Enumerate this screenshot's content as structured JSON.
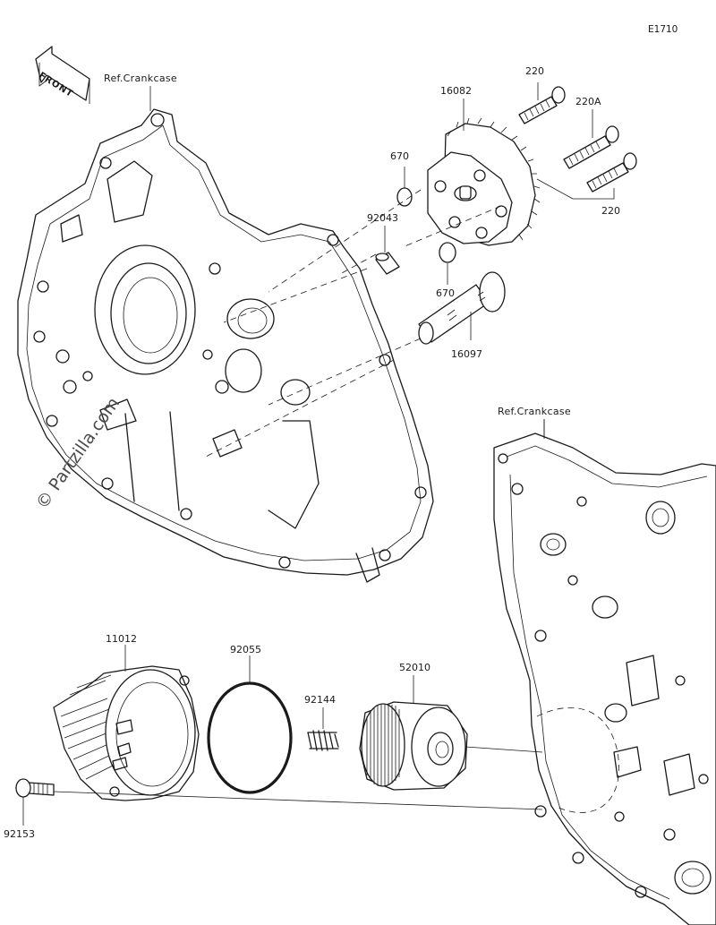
{
  "diagram": {
    "code": "E1710",
    "front_label": "FRONT",
    "watermark": "© Partzilla.com",
    "references": [
      {
        "id": "ref-upper",
        "text": "Ref.Crankcase"
      },
      {
        "id": "ref-lower",
        "text": "Ref.Crankcase"
      }
    ],
    "parts": [
      {
        "id": "p220a",
        "text": "220"
      },
      {
        "id": "p16082",
        "text": "16082"
      },
      {
        "id": "p220A",
        "text": "220A"
      },
      {
        "id": "p670a",
        "text": "670"
      },
      {
        "id": "p92043",
        "text": "92043"
      },
      {
        "id": "p220b",
        "text": "220"
      },
      {
        "id": "p670b",
        "text": "670"
      },
      {
        "id": "p16097",
        "text": "16097"
      },
      {
        "id": "p11012",
        "text": "11012"
      },
      {
        "id": "p92055",
        "text": "92055"
      },
      {
        "id": "p92144",
        "text": "92144"
      },
      {
        "id": "p52010",
        "text": "52010"
      },
      {
        "id": "p92153",
        "text": "92153"
      }
    ]
  }
}
